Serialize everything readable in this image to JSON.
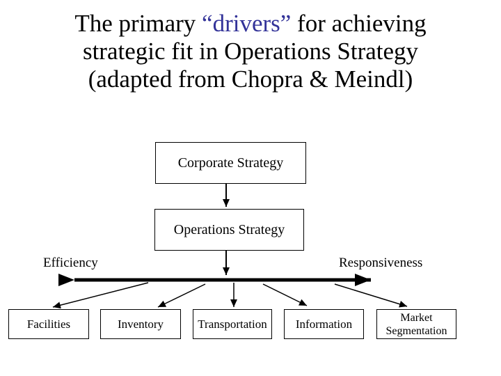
{
  "title": {
    "line1_pre": "The primary ",
    "line1_highlight": "“drivers”",
    "line1_post": " for achieving",
    "line2": "strategic fit in Operations Strategy",
    "line3": "(adapted from Chopra & Meindl)",
    "highlight_color": "#333399",
    "text_color": "#000000"
  },
  "diagram": {
    "top_box": "Corporate Strategy",
    "middle_box": "Operations Strategy",
    "axis": {
      "left_label": "Efficiency",
      "right_label": "Responsiveness"
    },
    "drivers": [
      {
        "label": "Facilities"
      },
      {
        "label": "Inventory"
      },
      {
        "label": "Transportation"
      },
      {
        "label": "Information"
      },
      {
        "label": "Market Segmentation"
      }
    ],
    "line_color": "#000000"
  }
}
